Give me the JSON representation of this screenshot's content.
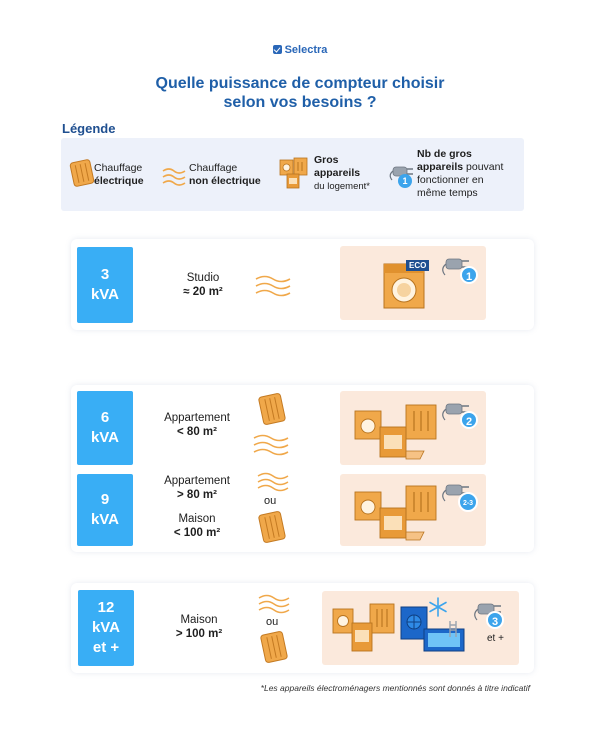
{
  "brand": {
    "name": "Selectra"
  },
  "title": {
    "line1": "Quelle puissance de compteur choisir",
    "line2": "selon vos besoins ?"
  },
  "legend": {
    "title": "Légende",
    "items": [
      {
        "icon": "electric-radiator-icon",
        "line1": "Chauffage",
        "line2": "électrique"
      },
      {
        "icon": "heat-waves-icon",
        "line1": "Chauffage",
        "line2": "non électrique"
      },
      {
        "icon": "appliances-icon",
        "line1": "Gros",
        "line2": "appareils",
        "line3": "du logement*"
      },
      {
        "icon": "plug-icon",
        "bold": "Nb de gros appareils",
        "rest1": "pouvant",
        "rest2": "fonctionner en",
        "rest3": "même temps",
        "badge": "1"
      }
    ]
  },
  "rows": [
    {
      "power": "3",
      "unit": "kVA",
      "label1": "Studio",
      "label2": "≈ 20 m²",
      "eco": "ECO",
      "count": "1"
    },
    {
      "power": "6",
      "unit": "kVA",
      "label1": "Appartement",
      "label2": "< 80 m²",
      "count": "2"
    },
    {
      "power": "9",
      "unit": "kVA",
      "label1": "Appartement",
      "label2": "> 80 m²",
      "or": "ou",
      "label3": "Maison",
      "label4": "< 100 m²",
      "count": "2-3"
    },
    {
      "power": "12",
      "unit": "kVA",
      "extra": "et +",
      "label1": "Maison",
      "label2": "> 100 m²",
      "or": "ou",
      "count": "3",
      "count_extra": "et +"
    }
  ],
  "note": "*Les appareils électroménagers mentionnés sont donnés à titre indicatif",
  "colors": {
    "badge": "#39aef5",
    "title": "#1f5fa8",
    "panel": "#fbe9dc",
    "legend_bg": "#edf1fa",
    "radiator": "#f0a84a"
  }
}
